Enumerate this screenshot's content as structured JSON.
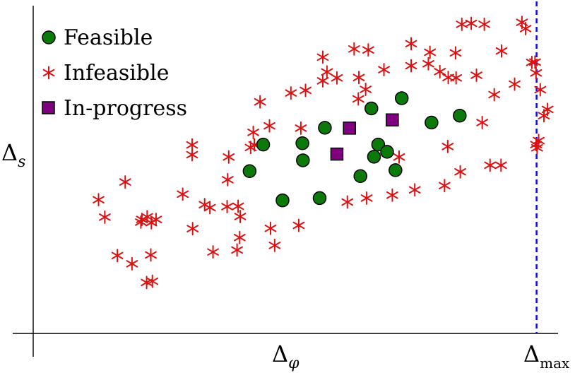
{
  "chart_data": {
    "type": "scatter",
    "xlabel_base": "Δ",
    "xlabel_sub": "φ",
    "ylabel_base": "Δ",
    "ylabel_sub": "s",
    "vline_label_base": "Δ",
    "vline_label_sub": "max",
    "xlim": [
      0,
      100
    ],
    "ylim": [
      0,
      100
    ],
    "vline_x": 96.3,
    "grid": false,
    "legend_position": "top-left",
    "series": [
      {
        "name": "Feasible",
        "marker": "circle",
        "color": "#0b7a0b",
        "points": [
          [
            41.4,
            49.4
          ],
          [
            47.7,
            40.5
          ],
          [
            54.8,
            41.2
          ],
          [
            44.0,
            57.5
          ],
          [
            51.5,
            57.9
          ],
          [
            51.6,
            52.7
          ],
          [
            55.8,
            62.6
          ],
          [
            64.7,
            68.5
          ],
          [
            62.6,
            47.9
          ],
          [
            65.2,
            53.8
          ],
          [
            66.0,
            57.5
          ],
          [
            67.7,
            55.3
          ],
          [
            69.3,
            49.7
          ],
          [
            70.5,
            71.6
          ],
          [
            76.2,
            64.2
          ],
          [
            81.6,
            66.3
          ]
        ]
      },
      {
        "name": "Infeasible",
        "marker": "asterisk",
        "color": "#dd1111",
        "points": [
          [
            12.5,
            40.7
          ],
          [
            13.7,
            35.4
          ],
          [
            17.6,
            46.1
          ],
          [
            16.1,
            23.7
          ],
          [
            18.9,
            21.2
          ],
          [
            21.7,
            15.5
          ],
          [
            22.8,
            15.9
          ],
          [
            20.8,
            34.7
          ],
          [
            21.8,
            35.5
          ],
          [
            22.6,
            33.7
          ],
          [
            23.5,
            34.7
          ],
          [
            20.6,
            33.9
          ],
          [
            22.5,
            23.9
          ],
          [
            28.6,
            42.4
          ],
          [
            30.4,
            57.4
          ],
          [
            30.4,
            54.4
          ],
          [
            30.5,
            31.9
          ],
          [
            32.8,
            39.2
          ],
          [
            33.8,
            38.3
          ],
          [
            34.4,
            24.8
          ],
          [
            37.2,
            46.8
          ],
          [
            37.4,
            53.7
          ],
          [
            37.1,
            38.6
          ],
          [
            39.2,
            38.7
          ],
          [
            39.6,
            35.6
          ],
          [
            39.5,
            29.2
          ],
          [
            39.0,
            25.4
          ],
          [
            42.1,
            61.2
          ],
          [
            41.6,
            56.6
          ],
          [
            42.3,
            57.4
          ],
          [
            43.4,
            70.5
          ],
          [
            45.2,
            63.2
          ],
          [
            45.4,
            32.0
          ],
          [
            46.2,
            26.8
          ],
          [
            49.3,
            73.2
          ],
          [
            52.1,
            74.0
          ],
          [
            51.2,
            62.5
          ],
          [
            50.8,
            32.9
          ],
          [
            55.4,
            84.1
          ],
          [
            55.4,
            76.9
          ],
          [
            56.2,
            79.6
          ],
          [
            58.1,
            77.8
          ],
          [
            60.1,
            40.0
          ],
          [
            61.4,
            86.6
          ],
          [
            64.1,
            86.3
          ],
          [
            62.3,
            77.9
          ],
          [
            62.2,
            71.4
          ],
          [
            63.6,
            74.3
          ],
          [
            63.8,
            41.2
          ],
          [
            67.1,
            80.3
          ],
          [
            68.7,
            42.1
          ],
          [
            70.0,
            53.7
          ],
          [
            72.3,
            88.2
          ],
          [
            72.3,
            81.5
          ],
          [
            75.6,
            82.1
          ],
          [
            73.0,
            43.7
          ],
          [
            75.9,
            85.6
          ],
          [
            77.8,
            79.7
          ],
          [
            79.3,
            56.9
          ],
          [
            78.7,
            45.0
          ],
          [
            79.4,
            77.9
          ],
          [
            80.9,
            77.8
          ],
          [
            80.8,
            85.4
          ],
          [
            81.7,
            49.2
          ],
          [
            82.0,
            94.1
          ],
          [
            83.8,
            94.4
          ],
          [
            84.8,
            78.6
          ],
          [
            86.3,
            94.1
          ],
          [
            85.9,
            64.2
          ],
          [
            87.4,
            51.2
          ],
          [
            89.5,
            51.2
          ],
          [
            88.2,
            72.7
          ],
          [
            89.6,
            86.0
          ],
          [
            92.1,
            75.9
          ],
          [
            93.5,
            94.7
          ],
          [
            94.2,
            92.8
          ],
          [
            95.4,
            82.5
          ],
          [
            96.0,
            82.6
          ],
          [
            96.2,
            79.3
          ],
          [
            97.0,
            74.2
          ],
          [
            96.2,
            57.5
          ],
          [
            96.4,
            56.5
          ],
          [
            96.7,
            58.7
          ],
          [
            97.7,
            66.3
          ],
          [
            98.4,
            68.2
          ]
        ]
      },
      {
        "name": "In-progress",
        "marker": "square",
        "color": "#800080",
        "points": [
          [
            58.1,
            54.6
          ],
          [
            60.5,
            62.5
          ],
          [
            68.7,
            65.0
          ]
        ]
      }
    ]
  }
}
